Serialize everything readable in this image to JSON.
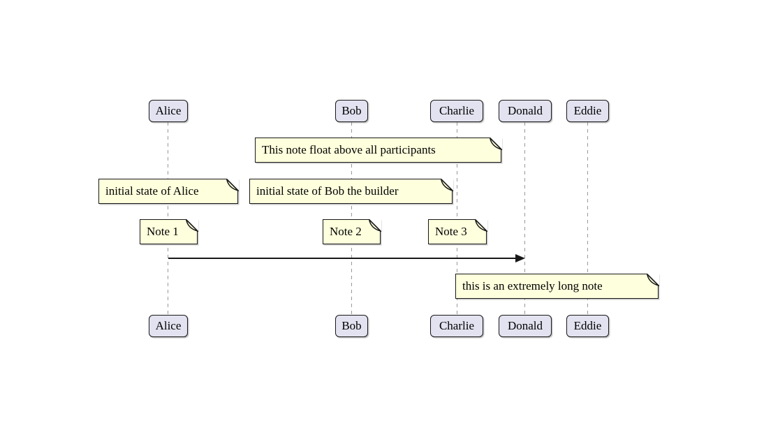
{
  "diagram": {
    "type": "sequence-diagram",
    "participants": [
      {
        "name": "Alice"
      },
      {
        "name": "Bob"
      },
      {
        "name": "Charlie"
      },
      {
        "name": "Donald"
      },
      {
        "name": "Eddie"
      }
    ],
    "notes": [
      {
        "text": "This note float above all participants",
        "placement": "floating above, spanning Bob and Charlie"
      },
      {
        "text": "initial state of Alice",
        "placement": "over Alice"
      },
      {
        "text": "initial state of Bob the builder",
        "placement": "over Bob"
      },
      {
        "text": "Note 1",
        "placement": "over Alice"
      },
      {
        "text": "Note 2",
        "placement": "over Bob"
      },
      {
        "text": "Note 3",
        "placement": "over Charlie"
      },
      {
        "text": "this is an extremely long note",
        "placement": "over Donald and Eddie"
      }
    ],
    "messages": [
      {
        "from": "Alice",
        "to": "Donald"
      }
    ],
    "colors": {
      "participant_fill": "#E2E2F0",
      "participant_border": "#181818",
      "note_fill": "#FEFFDD",
      "note_border": "#181818",
      "lifeline": "#999999",
      "arrow": "#181818",
      "text": "#000000",
      "background": "#FFFFFF"
    }
  }
}
